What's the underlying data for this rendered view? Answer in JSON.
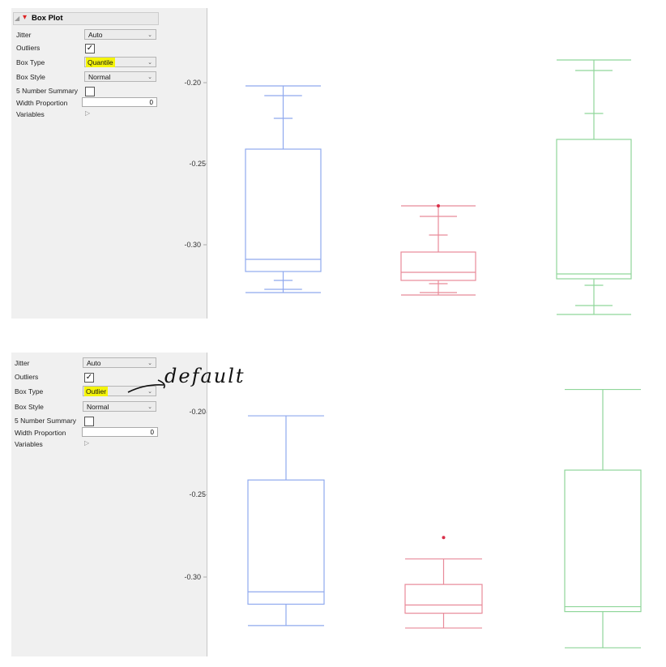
{
  "top_panel": {
    "title": "Box Plot",
    "rows": {
      "jitter_label": "Jitter",
      "jitter_value": "Auto",
      "outliers_label": "Outliers",
      "outliers_checked": true,
      "box_type_label": "Box Type",
      "box_type_value": "Quantile",
      "box_style_label": "Box Style",
      "box_style_value": "Normal",
      "five_number_label": "5 Number Summary",
      "five_number_checked": false,
      "width_label": "Width Proportion",
      "width_value": "0",
      "variables_label": "Variables"
    }
  },
  "bottom_panel": {
    "rows": {
      "jitter_label": "Jitter",
      "jitter_value": "Auto",
      "outliers_label": "Outliers",
      "outliers_checked": true,
      "box_type_label": "Box Type",
      "box_type_value": "Outlier",
      "box_style_label": "Box Style",
      "box_style_value": "Normal",
      "five_number_label": "5 Number Summary",
      "five_number_checked": false,
      "width_label": "Width Proportion",
      "width_value": "0",
      "variables_label": "Variables"
    },
    "annotation": "default"
  },
  "icons": {
    "check": "✓",
    "chevron": "⌄",
    "disclosure": "▷",
    "menu": "▾"
  },
  "y_ticks": [
    "-0.20",
    "-0.25",
    "-0.30"
  ],
  "colors": {
    "blue": "#8fa9ee",
    "red": "#e88a99",
    "green": "#8fd69a",
    "outlier": "#d9304a",
    "highlight": "#f4f40a"
  },
  "chart_data": [
    {
      "type": "box",
      "box_type": "Quantile",
      "y_ticks": [
        -0.2,
        -0.25,
        -0.3
      ],
      "groups": [
        {
          "color": "blue",
          "max": -0.202,
          "q975": -0.208,
          "q90": -0.222,
          "q3": -0.241,
          "median": -0.309,
          "q1": -0.3165,
          "q10": -0.322,
          "q025": -0.3275,
          "min": -0.3295,
          "outliers": []
        },
        {
          "color": "red",
          "max": -0.276,
          "q975": -0.2825,
          "q90": -0.294,
          "q3": -0.3045,
          "median": -0.317,
          "q1": -0.322,
          "q10": -0.324,
          "q025": -0.3295,
          "min": -0.331,
          "outliers": [
            -0.276
          ]
        },
        {
          "color": "green",
          "max": -0.186,
          "q975": -0.1925,
          "q90": -0.219,
          "q3": -0.235,
          "median": -0.318,
          "q1": -0.321,
          "q10": -0.325,
          "q025": -0.3375,
          "min": -0.343,
          "outliers": []
        }
      ]
    },
    {
      "type": "box",
      "box_type": "Outlier",
      "y_ticks": [
        -0.2,
        -0.25,
        -0.3
      ],
      "groups": [
        {
          "color": "blue",
          "upper_whisker": -0.202,
          "q3": -0.241,
          "median": -0.309,
          "q1": -0.3165,
          "lower_whisker": -0.3295,
          "outliers": []
        },
        {
          "color": "red",
          "upper_whisker": -0.289,
          "q3": -0.3045,
          "median": -0.317,
          "q1": -0.322,
          "lower_whisker": -0.331,
          "outliers": [
            -0.276
          ]
        },
        {
          "color": "green",
          "upper_whisker": -0.186,
          "q3": -0.235,
          "median": -0.318,
          "q1": -0.321,
          "lower_whisker": -0.343,
          "outliers": []
        }
      ]
    }
  ]
}
